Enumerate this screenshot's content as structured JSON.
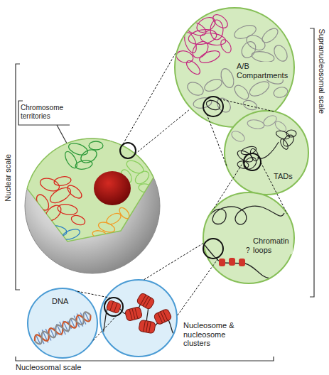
{
  "diagram": {
    "nodes": [
      {
        "text": [
          "A/B Compartments"
        ]
      },
      {
        "text": [
          "TADs"
        ]
      },
      {
        "text": [
          "Chromatin loops"
        ]
      },
      {
        "text": [
          "Nucleosome & nucleosome clusters"
        ]
      },
      {
        "text": [
          "DNA"
        ]
      }
    ],
    "edges": [
      {
        "from": 0,
        "to": 1,
        "arrow": "none"
      },
      {
        "from": 1,
        "to": 2,
        "arrow": "none"
      },
      {
        "from": 2,
        "to": 3,
        "arrow": "none"
      },
      {
        "from": 3,
        "to": 4,
        "arrow": "none"
      }
    ],
    "labels": [
      "Supranucleosomal scale",
      "Nuclear scale",
      "Chromosome territories",
      "?",
      "Nucleosomal scale"
    ]
  }
}
